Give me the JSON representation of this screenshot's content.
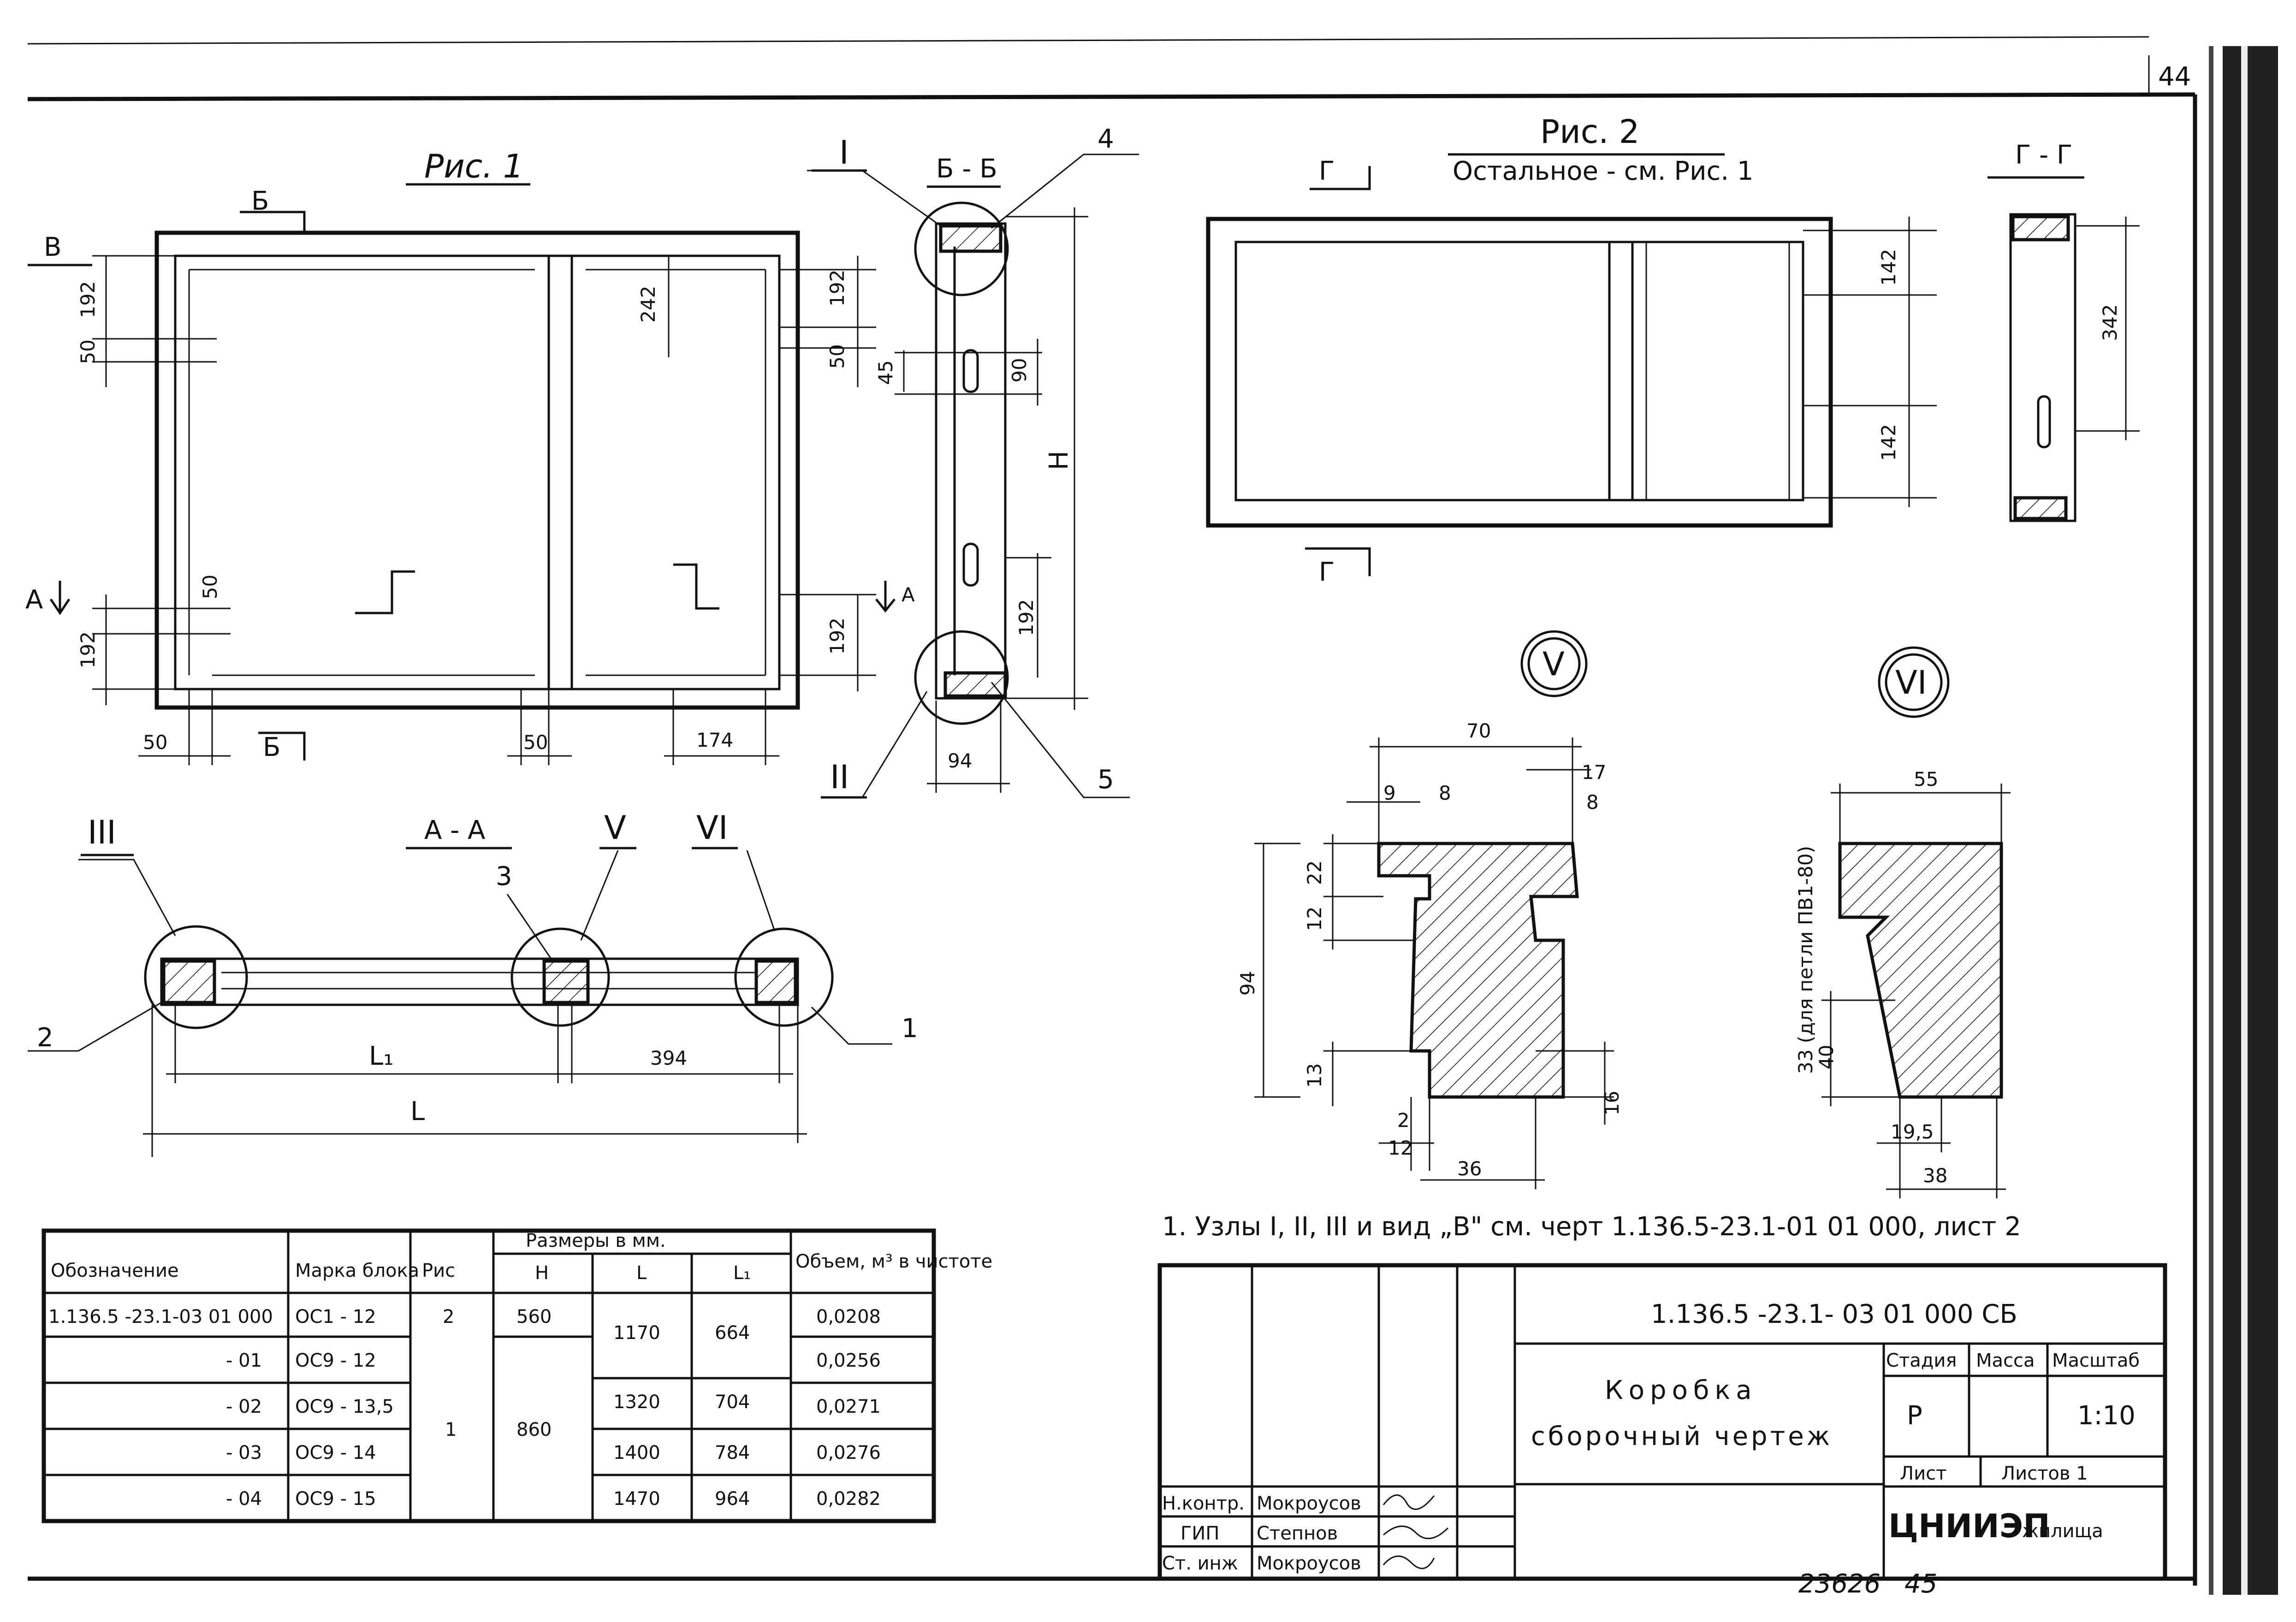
{
  "page_number": "44",
  "page_number_bottom": "45",
  "archive_number": "23626",
  "fig1": {
    "title": "Рис. 1",
    "section_b": "Б",
    "view_v": "В",
    "section_a": "А",
    "dims": [
      "192",
      "50",
      "242",
      "192",
      "50",
      "50",
      "192",
      "192",
      "50",
      "50",
      "174"
    ]
  },
  "section_bb": {
    "title": "Б - Б",
    "node_1": "I",
    "node_2": "II",
    "pos_4": "4",
    "pos_5": "5",
    "dims": [
      "45",
      "90",
      "H",
      "192",
      "94"
    ],
    "section_a": "А"
  },
  "fig2": {
    "title": "Рис. 2",
    "subtitle": "Остальное - см. Рис. 1",
    "section_g": "Г",
    "dims": [
      "142",
      "142"
    ]
  },
  "section_gg": {
    "title": "Г - Г",
    "dims": [
      "342"
    ]
  },
  "section_aa": {
    "title": "А - А",
    "nodes": [
      "III",
      "V",
      "VI"
    ],
    "pos": [
      "3",
      "2",
      "1"
    ],
    "dims": [
      "L₁",
      "394",
      "L"
    ]
  },
  "node_v": {
    "label": "V",
    "dims": [
      "70",
      "17",
      "9",
      "8",
      "8",
      "22",
      "12",
      "94",
      "13",
      "2",
      "12",
      "36",
      "16"
    ]
  },
  "node_vi": {
    "label": "VI",
    "dims": [
      "55",
      "33 (для петли ПВ1-80)",
      "40",
      "19,5",
      "38"
    ]
  },
  "note": "1. Узлы I, II, III и вид „В\" см. черт 1.136.5-23.1-01 01 000, лист 2",
  "spec_table": {
    "headers": {
      "designation": "Обозначение",
      "mark": "Марка блока",
      "fig": "Рис",
      "sizes": "Размеры в мм.",
      "h": "H",
      "l": "L",
      "l1": "L₁",
      "volume": "Объем, м³ в чистоте"
    },
    "rows": [
      {
        "designation": "1.136.5 -23.1-03 01 000",
        "mark": "ОС1 - 12",
        "fig": "2",
        "h": "560",
        "l": "1170",
        "l1": "664",
        "volume": "0,0208"
      },
      {
        "designation": "- 01",
        "mark": "ОС9 - 12",
        "fig": "1",
        "h": "860",
        "l": "1170",
        "l1": "664",
        "volume": "0,0256"
      },
      {
        "designation": "- 02",
        "mark": "ОС9 - 13,5",
        "fig": "1",
        "h": "860",
        "l": "1320",
        "l1": "704",
        "volume": "0,0271"
      },
      {
        "designation": "- 03",
        "mark": "ОС9 - 14",
        "fig": "1",
        "h": "860",
        "l": "1400",
        "l1": "784",
        "volume": "0,0276"
      },
      {
        "designation": "- 04",
        "mark": "ОС9 - 15",
        "fig": "1",
        "h": "860",
        "l": "1470",
        "l1": "964",
        "volume": "0,0282"
      }
    ]
  },
  "title_block": {
    "code": "1.136.5 -23.1- 03 01 000 СБ",
    "name_line1": "Коробка",
    "name_line2": "сборочный чертеж",
    "stage_label": "Стадия",
    "mass_label": "Масса",
    "scale_label": "Масштаб",
    "stage_value": "Р",
    "mass_value": "",
    "scale_value": "1:10",
    "sheet_label": "Лист",
    "sheets_label": "Листов 1",
    "org": "ЦНИИЭП",
    "org_suffix": "жилища",
    "signers": [
      {
        "role": "Н.контр.",
        "name": "Мокроусов"
      },
      {
        "role": "ГИП",
        "name": "Степнов"
      },
      {
        "role": "Ст. инж",
        "name": "Мокроусов"
      }
    ]
  }
}
